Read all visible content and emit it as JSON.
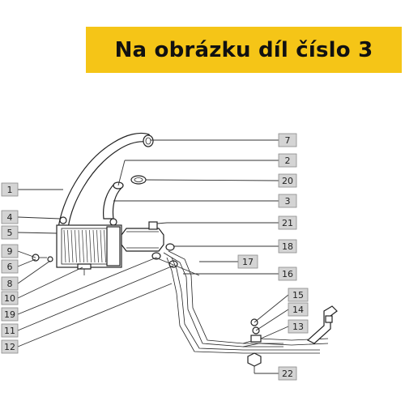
{
  "banner": {
    "text": "Na obrázku díl číslo 3",
    "color": "#f5c517"
  },
  "labels": {
    "l1": "1",
    "l2": "2",
    "l3": "3",
    "l4": "4",
    "l5": "5",
    "l6": "6",
    "l7": "7",
    "l8": "8",
    "l9": "9",
    "l10": "10",
    "l11": "11",
    "l12": "12",
    "l13": "13",
    "l14": "14",
    "l15": "15",
    "l16": "16",
    "l17": "17",
    "l18": "18",
    "l19": "19",
    "l20": "20",
    "l21": "21",
    "l22": "22"
  }
}
